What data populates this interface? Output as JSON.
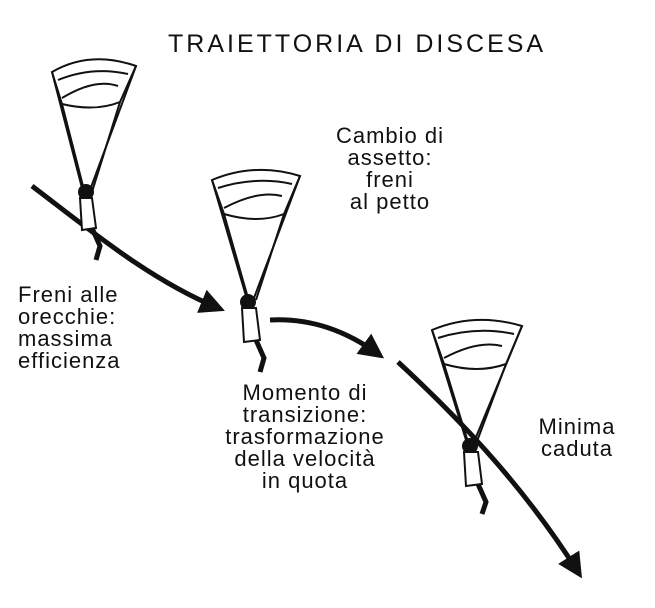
{
  "title": "TRAIETTORIA DI DISCESA",
  "labels": {
    "cambio": [
      "Cambio di",
      "assetto:",
      "freni",
      "al petto"
    ],
    "freni": [
      "Freni alle",
      "orecchie:",
      "massima",
      "efficienza"
    ],
    "momento": [
      "Momento di",
      "transizione:",
      "trasformazione",
      "della velocità",
      "in quota"
    ],
    "minima": [
      "Minima",
      "caduta"
    ]
  },
  "colors": {
    "ink": "#111111",
    "background": "#ffffff"
  },
  "figures": [
    "paraglider-ears",
    "paraglider-transition",
    "paraglider-minimum-sink"
  ]
}
